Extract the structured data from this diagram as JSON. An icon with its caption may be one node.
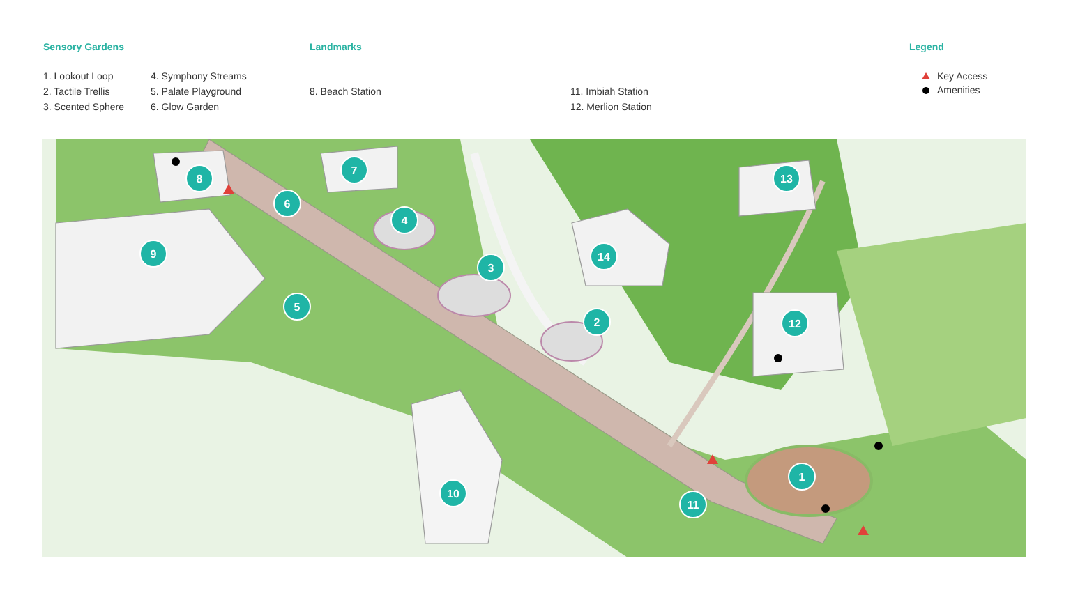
{
  "diagram": {
    "labels": [
      "Sensory Gardens",
      "Landmarks",
      "Legend",
      "1. Lookout Loop",
      "2. Tactile Trellis",
      "3. Scented Sphere",
      "4. Symphony Streams",
      "5. Palate Playground",
      "6. Glow Garden",
      "8. Beach Station",
      "11. Imbiah Station",
      "12. Merlion Station",
      "1",
      "2",
      "3",
      "4",
      "5",
      "6",
      "7",
      "8",
      "9",
      "10",
      "11",
      "12",
      "13",
      "14"
    ],
    "legend": [
      {
        "text": "Key Access"
      },
      {
        "text": "Amenities"
      }
    ]
  }
}
